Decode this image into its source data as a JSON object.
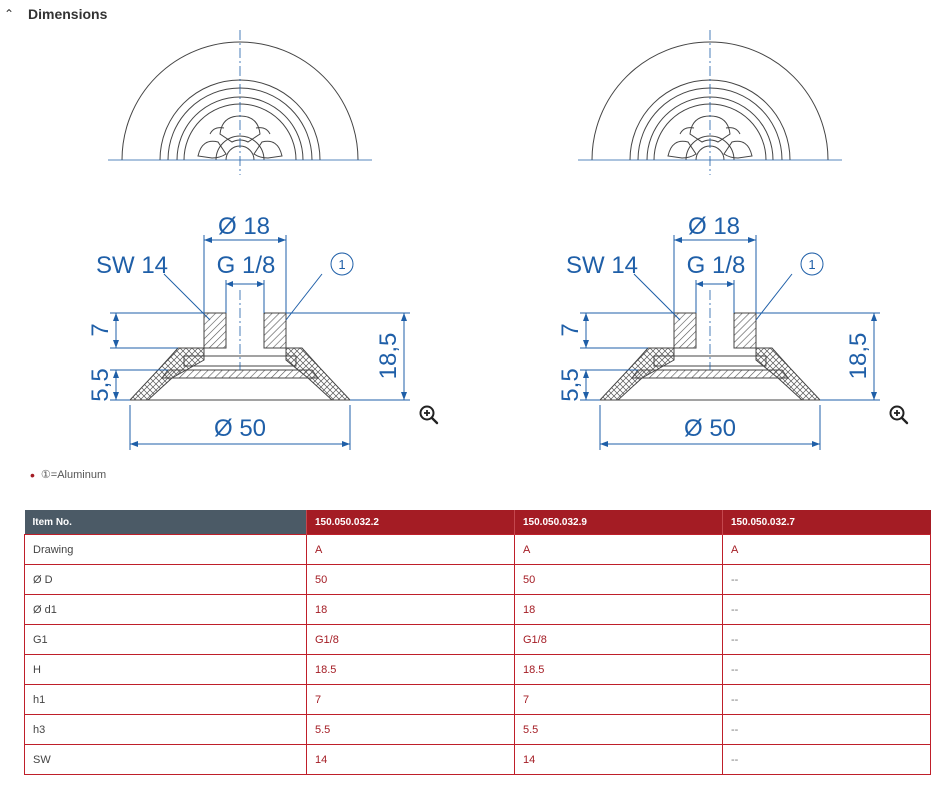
{
  "section": {
    "chevron_icon": "chevron-up-icon",
    "title": "Dimensions"
  },
  "drawing": {
    "d_top": "Ø 18",
    "thread": "G 1/8",
    "sw": "SW 14",
    "callout": "1",
    "h1": "7",
    "h3": "5,5",
    "height": "18,5",
    "d_bottom": "Ø 50",
    "zoom_icon": "zoom-in-icon"
  },
  "note": {
    "marker": "①",
    "text": "=Aluminum"
  },
  "table": {
    "headers": [
      "Item No.",
      "150.050.032.2",
      "150.050.032.9",
      "150.050.032.7"
    ],
    "rows": [
      [
        "Drawing",
        "A",
        "A",
        "A"
      ],
      [
        "Ø D",
        "50",
        "50",
        "--"
      ],
      [
        "Ø d1",
        "18",
        "18",
        "--"
      ],
      [
        "G1",
        "G1/8",
        "G1/8",
        "--"
      ],
      [
        "H",
        "18.5",
        "18.5",
        "--"
      ],
      [
        "h1",
        "7",
        "7",
        "--"
      ],
      [
        "h3",
        "5.5",
        "5.5",
        "--"
      ],
      [
        "SW",
        "14",
        "14",
        "--"
      ]
    ]
  },
  "colors": {
    "accent": "#a41c24",
    "header_dark": "#4b5a66",
    "dimension_blue": "#1f5fa8"
  }
}
